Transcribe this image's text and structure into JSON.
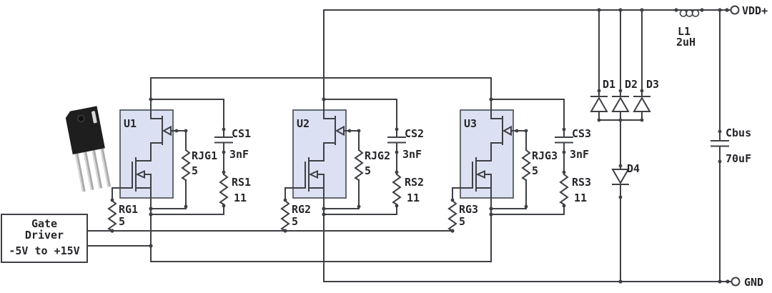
{
  "schematic": {
    "cells": [
      {
        "u": "U1",
        "rjg": "RJG1",
        "rjg_value": "5",
        "cs": "CS1",
        "cs_value": "3nF",
        "rs": "RS1",
        "rs_value": "11",
        "rg": "RG1",
        "rg_value": "5"
      },
      {
        "u": "U2",
        "rjg": "RJG2",
        "rjg_value": "5",
        "cs": "CS2",
        "cs_value": "3nF",
        "rs": "RS2",
        "rs_value": "11",
        "rg": "RG2",
        "rg_value": "5"
      },
      {
        "u": "U3",
        "rjg": "RJG3",
        "rjg_value": "5",
        "cs": "CS3",
        "cs_value": "3nF",
        "rs": "RS3",
        "rs_value": "11",
        "rg": "RG3",
        "rg_value": "5"
      }
    ],
    "diodes": {
      "d1": "D1",
      "d2": "D2",
      "d3": "D3",
      "d4": "D4"
    },
    "inductor": {
      "name": "L1",
      "value": "2uH"
    },
    "bus_cap": {
      "name": "Cbus",
      "value": "70uF"
    },
    "terminals": {
      "vdd": "VDD+",
      "gnd": "GND"
    },
    "gate_driver": {
      "line1": "Gate",
      "line2": "Driver",
      "line3": "-5V to +15V"
    },
    "colors": {
      "wire": "#3f4045",
      "device_box_fill": "#dbe1f2",
      "device_box_border": "#555a62",
      "text": "#26262a",
      "package_body": "#1e1e1e",
      "package_leads": "#a9a9a9"
    }
  }
}
